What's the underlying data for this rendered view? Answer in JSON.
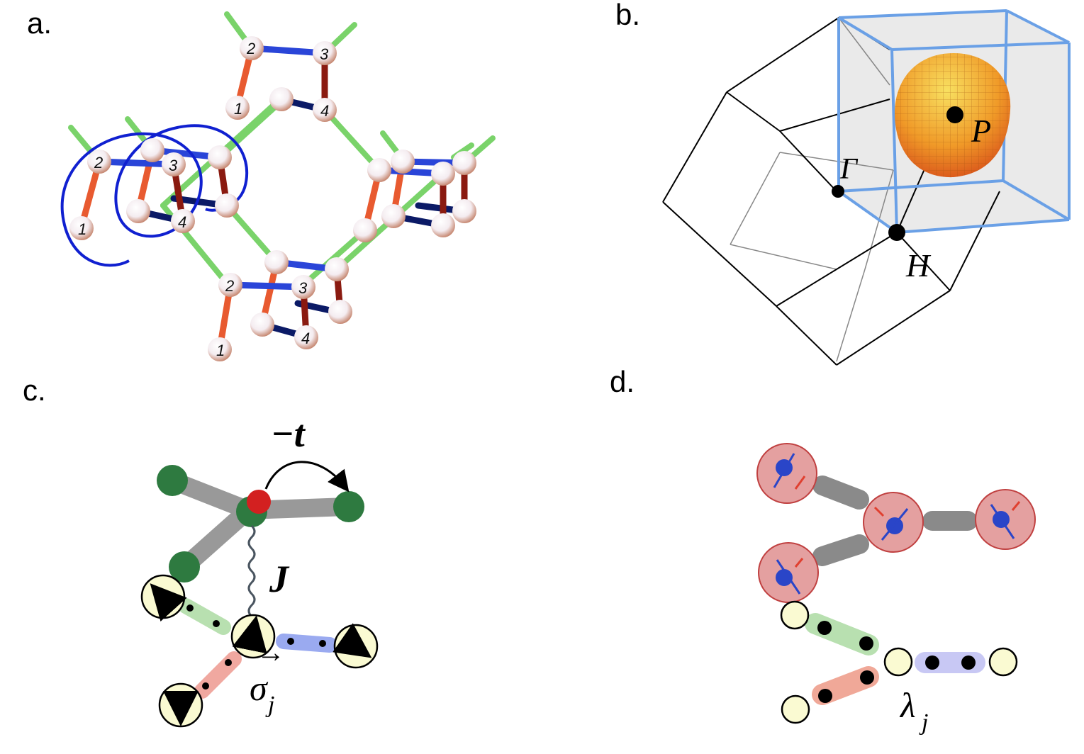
{
  "panels": {
    "a": {
      "label": "a.",
      "atom_numbers": [
        "1",
        "2",
        "3",
        "4"
      ]
    },
    "b": {
      "label": "b.",
      "points": {
        "gamma": "Γ",
        "p": "P",
        "h": "H"
      },
      "colors": {
        "cube": "#6aa0e6",
        "fermi_surface": "#f0a020"
      }
    },
    "c": {
      "label": "c.",
      "hopping": "−t",
      "coupling": "J",
      "spin": "σ",
      "spin_subscript": "j",
      "spin_vector": "→"
    },
    "d": {
      "label": "d.",
      "lambda": "λ",
      "lambda_subscript": "j"
    }
  },
  "colors": {
    "red_bond": "#e85a30",
    "blue_bond": "#2a45d8",
    "dark_bond": "#0b1a66",
    "brown_bond": "#8a1a10",
    "green_bond": "#7ad36a",
    "helix": "#1020d0",
    "site_green": "#2e7a40",
    "site_red": "#d32020",
    "spin_fill": "#fafad2"
  }
}
